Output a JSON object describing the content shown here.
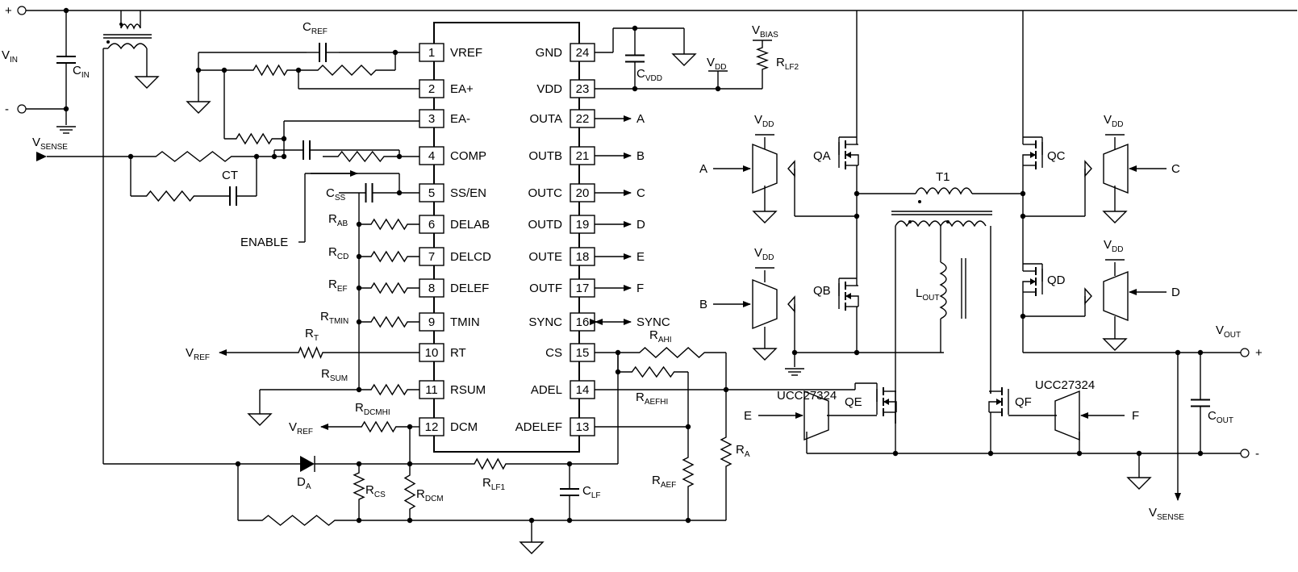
{
  "ic": {
    "left_pins": [
      {
        "num": "1",
        "name": "VREF"
      },
      {
        "num": "2",
        "name": "EA+"
      },
      {
        "num": "3",
        "name": "EA-"
      },
      {
        "num": "4",
        "name": "COMP"
      },
      {
        "num": "5",
        "name": "SS/EN"
      },
      {
        "num": "6",
        "name": "DELAB"
      },
      {
        "num": "7",
        "name": "DELCD"
      },
      {
        "num": "8",
        "name": "DELEF"
      },
      {
        "num": "9",
        "name": "TMIN"
      },
      {
        "num": "10",
        "name": "RT"
      },
      {
        "num": "11",
        "name": "RSUM"
      },
      {
        "num": "12",
        "name": "DCM"
      }
    ],
    "right_pins": [
      {
        "num": "24",
        "name": "GND"
      },
      {
        "num": "23",
        "name": "VDD"
      },
      {
        "num": "22",
        "name": "OUTA"
      },
      {
        "num": "21",
        "name": "OUTB"
      },
      {
        "num": "20",
        "name": "OUTC"
      },
      {
        "num": "19",
        "name": "OUTD"
      },
      {
        "num": "18",
        "name": "OUTE"
      },
      {
        "num": "17",
        "name": "OUTF"
      },
      {
        "num": "16",
        "name": "SYNC"
      },
      {
        "num": "15",
        "name": "CS"
      },
      {
        "num": "14",
        "name": "ADEL"
      },
      {
        "num": "13",
        "name": "ADELEF"
      }
    ]
  },
  "outputs": {
    "a": "A",
    "b": "B",
    "c": "C",
    "d": "D",
    "e": "E",
    "f": "F",
    "sync": "SYNC"
  },
  "labels": {
    "plus": "+",
    "minus": "-",
    "vin": "V",
    "vin_sub": "IN",
    "cin": "C",
    "cin_sub": "IN",
    "vsense": "V",
    "vsense_sub": "SENSE",
    "cref": "C",
    "cref_sub": "REF",
    "ct": "CT",
    "css": "C",
    "css_sub": "SS",
    "enable": "ENABLE",
    "rab": "R",
    "rab_sub": "AB",
    "rcd": "R",
    "rcd_sub": "CD",
    "ref_r": "R",
    "ref_r_sub": "EF",
    "rtmin": "R",
    "rtmin_sub": "TMIN",
    "rt": "R",
    "rt_sub": "T",
    "vref": "V",
    "vref_sub": "REF",
    "rsum": "R",
    "rsum_sub": "SUM",
    "rdcmhi": "R",
    "rdcmhi_sub": "DCMHI",
    "cvdd": "C",
    "cvdd_sub": "VDD",
    "vbias": "V",
    "vbias_sub": "BIAS",
    "rlf2": "R",
    "rlf2_sub": "LF2",
    "vdd": "V",
    "vdd_sub": "DD",
    "rahi": "R",
    "rahi_sub": "AHI",
    "raefhi": "R",
    "raefhi_sub": "AEFHI",
    "ra": "R",
    "ra_sub": "A",
    "raef": "R",
    "raef_sub": "AEF",
    "rlf1": "R",
    "rlf1_sub": "LF1",
    "clf": "C",
    "clf_sub": "LF",
    "da": "D",
    "da_sub": "A",
    "rcs": "R",
    "rcs_sub": "CS",
    "rdcm": "R",
    "rdcm_sub": "DCM",
    "qa": "QA",
    "qb": "QB",
    "qc": "QC",
    "qd": "QD",
    "qe": "QE",
    "qf": "QF",
    "t1": "T1",
    "lout": "L",
    "lout_sub": "OUT",
    "vout": "V",
    "vout_sub": "OUT",
    "cout": "C",
    "cout_sub": "OUT",
    "ucc_e": "UCC27324",
    "ucc_f": "UCC27324"
  }
}
